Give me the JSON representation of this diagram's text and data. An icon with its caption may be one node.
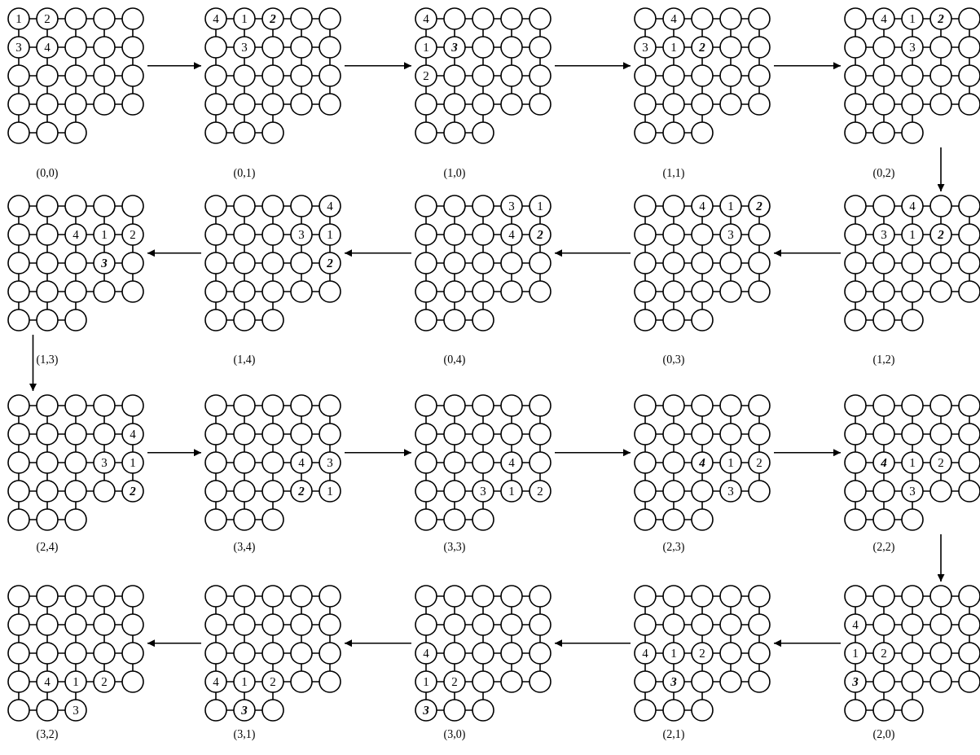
{
  "diagram": {
    "nodes": [
      {
        "text": [
          "1",
          "2",
          "3",
          "4"
        ],
        "beside": [
          "(0,0)"
        ]
      },
      {
        "text": [
          "4",
          "1",
          "2",
          "3"
        ],
        "beside": [
          "(0,1)"
        ]
      },
      {
        "text": [
          "4",
          "1",
          "3",
          "2"
        ],
        "beside": [
          "(1,0)"
        ]
      },
      {
        "text": [
          "4",
          "3",
          "1",
          "2"
        ],
        "beside": [
          "(1,1)"
        ]
      },
      {
        "text": [
          "4",
          "1",
          "2",
          "3"
        ],
        "beside": [
          "(0,2)"
        ]
      },
      {
        "text": [
          "4",
          "1",
          "2",
          "3"
        ],
        "beside": [
          "(1,3)"
        ]
      },
      {
        "text": [
          "4",
          "3",
          "1",
          "2"
        ],
        "beside": [
          "(1,4)"
        ]
      },
      {
        "text": [
          "3",
          "1",
          "4",
          "2"
        ],
        "beside": [
          "(0,4)"
        ]
      },
      {
        "text": [
          "4",
          "1",
          "2",
          "3"
        ],
        "beside": [
          "(0,3)"
        ]
      },
      {
        "text": [
          "4",
          "3",
          "1",
          "2"
        ],
        "beside": [
          "(1,2)"
        ]
      },
      {
        "text": [
          "4",
          "3",
          "1",
          "2"
        ],
        "beside": [
          "(2,4)"
        ]
      },
      {
        "text": [
          "4",
          "3",
          "2",
          "1"
        ],
        "beside": [
          "(3,4)"
        ]
      },
      {
        "text": [
          "4",
          "3",
          "1",
          "2"
        ],
        "beside": [
          "(3,3)"
        ]
      },
      {
        "text": [
          "4",
          "1",
          "2",
          "3"
        ],
        "beside": [
          "(2,3)"
        ]
      },
      {
        "text": [
          "4",
          "1",
          "2",
          "3"
        ],
        "beside": [
          "(2,2)"
        ]
      },
      {
        "text": [
          "4",
          "1",
          "2",
          "3"
        ],
        "beside": [
          "(3,2)"
        ]
      },
      {
        "text": [
          "4",
          "1",
          "2",
          "3"
        ],
        "beside": [
          "(3,1)"
        ]
      },
      {
        "text": [
          "4",
          "1",
          "2",
          "3"
        ],
        "beside": [
          "(3,0)"
        ]
      },
      {
        "text": [
          "4",
          "1",
          "2",
          "3"
        ],
        "beside": [
          "(2,1)"
        ]
      },
      {
        "text": [
          "4",
          "1",
          "2",
          "3"
        ],
        "beside": [
          "(2,0)"
        ]
      }
    ],
    "edges": [
      {
        "from": 0,
        "to": 1,
        "arrow": "to"
      },
      {
        "from": 1,
        "to": 2,
        "arrow": "to"
      },
      {
        "from": 2,
        "to": 3,
        "arrow": "to"
      },
      {
        "from": 3,
        "to": 4,
        "arrow": "to"
      },
      {
        "from": 4,
        "to": 9,
        "arrow": "to"
      },
      {
        "from": 9,
        "to": 8,
        "arrow": "to"
      },
      {
        "from": 8,
        "to": 7,
        "arrow": "to"
      },
      {
        "from": 7,
        "to": 6,
        "arrow": "to"
      },
      {
        "from": 6,
        "to": 5,
        "arrow": "to"
      },
      {
        "from": 5,
        "to": 10,
        "arrow": "to"
      },
      {
        "from": 10,
        "to": 11,
        "arrow": "to"
      },
      {
        "from": 11,
        "to": 12,
        "arrow": "to"
      },
      {
        "from": 12,
        "to": 13,
        "arrow": "to"
      },
      {
        "from": 13,
        "to": 14,
        "arrow": "to"
      },
      {
        "from": 14,
        "to": 19,
        "arrow": "to"
      },
      {
        "from": 19,
        "to": 18,
        "arrow": "to"
      },
      {
        "from": 18,
        "to": 17,
        "arrow": "to"
      },
      {
        "from": 17,
        "to": 16,
        "arrow": "to"
      },
      {
        "from": 16,
        "to": 15,
        "arrow": "to"
      }
    ]
  }
}
